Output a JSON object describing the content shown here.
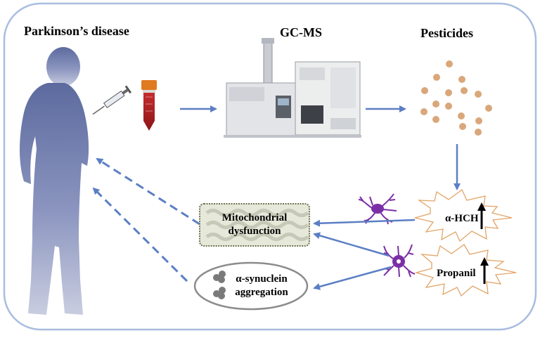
{
  "headings": {
    "disease": "Parkinson’s disease",
    "instrument": "GC-MS",
    "pesticides": "Pesticides"
  },
  "outcomes": {
    "mito_line1": "Mitochondrial",
    "mito_line2": "dysfunction",
    "syn_line1": "α-synuclein",
    "syn_line2": "aggregation"
  },
  "compounds": {
    "hch": "α-HCH",
    "propanil": "Propanil"
  },
  "colors": {
    "frame": "#a9bde0",
    "arrow": "#5b7fc4",
    "person": "#6f7fb0",
    "dots": "#d9a77a",
    "burst_stroke": "#e2a467",
    "neuron": "#7b2fa6",
    "mito_fill": "#e6e8da",
    "tube_blood": "#b01f24",
    "tube_cap": "#e07a1f"
  },
  "icons": [
    "syringe-icon",
    "sample-tube-icon",
    "gc-ms-instrument-icon",
    "neuron-icon",
    "mitochondria-icon",
    "up-arrow-icon"
  ]
}
